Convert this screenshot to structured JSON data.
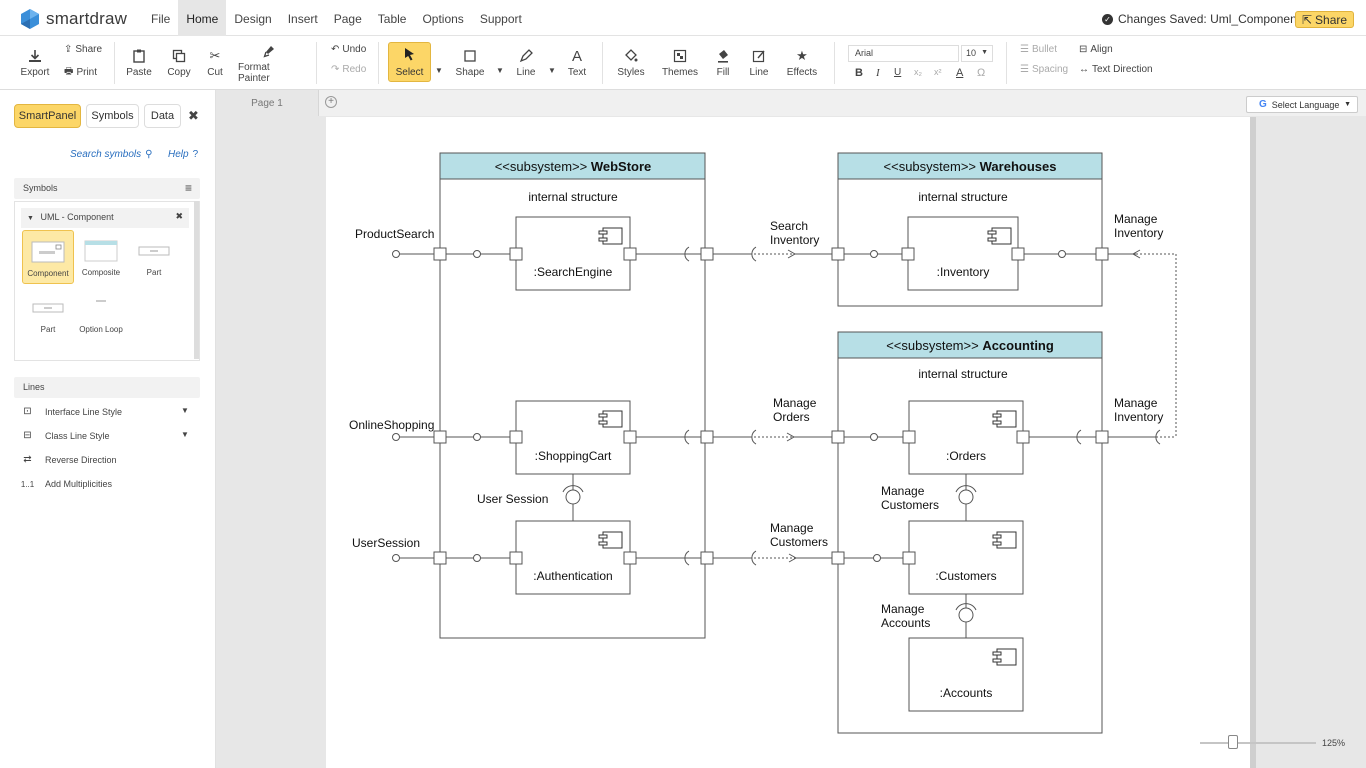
{
  "app": {
    "name": "smartdraw",
    "status": "Changes Saved: Uml_Component",
    "share_label": "Share"
  },
  "menu": [
    "File",
    "Home",
    "Design",
    "Insert",
    "Page",
    "Table",
    "Options",
    "Support"
  ],
  "ribbon": {
    "export": "Export",
    "share": "Share",
    "print": "Print",
    "paste": "Paste",
    "copy": "Copy",
    "cut": "Cut",
    "format_painter": "Format Painter",
    "undo": "Undo",
    "redo": "Redo",
    "select": "Select",
    "shape": "Shape",
    "line": "Line",
    "text": "Text",
    "styles": "Styles",
    "themes": "Themes",
    "fill": "Fill",
    "line2": "Line",
    "effects": "Effects",
    "font": "Arial",
    "font_size": "10",
    "bullet": "Bullet",
    "spacing": "Spacing",
    "align": "Align",
    "text_direction": "Text Direction"
  },
  "panel": {
    "tabs": [
      "SmartPanel",
      "Symbols",
      "Data"
    ],
    "search": "Search symbols",
    "help": "Help",
    "symbols_header": "Symbols",
    "library": "UML - Component",
    "symbols": [
      "Component",
      "Composite",
      "Part",
      "Part",
      "Option Loop"
    ],
    "lines_header": "Lines",
    "line_items": [
      "Interface Line Style",
      "Class Line Style",
      "Reverse Direction",
      "Add Multiplicities"
    ],
    "multiplicity_icon": "1..1"
  },
  "canvas": {
    "page_tab": "Page 1",
    "language": "Select Language",
    "zoom": "125%"
  },
  "diagram": {
    "webstore": {
      "prefix": "<<subsystem>> ",
      "name": "WebStore",
      "internal": "internal structure"
    },
    "warehouses": {
      "prefix": "<<subsystem>> ",
      "name": "Warehouses",
      "internal": "internal structure"
    },
    "accounting": {
      "prefix": "<<subsystem>> ",
      "name": "Accounting",
      "internal": "internal structure"
    },
    "components": [
      ":SearchEngine",
      ":ShoppingCart",
      ":Authentication",
      ":Inventory",
      ":Orders",
      ":Customers",
      ":Accounts"
    ],
    "ports": [
      "ProductSearch",
      "OnlineShopping",
      "UserSession"
    ],
    "user_session": "User Session",
    "labels": {
      "search_inventory": [
        "Search",
        "Inventory"
      ],
      "manage_inventory_1": [
        "Manage",
        "Inventory"
      ],
      "manage_orders": [
        "Manage",
        "Orders"
      ],
      "manage_inventory_2": [
        "Manage",
        "Inventory"
      ],
      "manage_customers_1": [
        "Manage",
        "Customers"
      ],
      "manage_customers_2": [
        "Manage",
        "Customers"
      ],
      "manage_accounts": [
        "Manage",
        "Accounts"
      ]
    }
  },
  "colors": {
    "accent": "#fcd667",
    "header_fill": "#b7dfe6",
    "link": "#2a6fbf"
  }
}
